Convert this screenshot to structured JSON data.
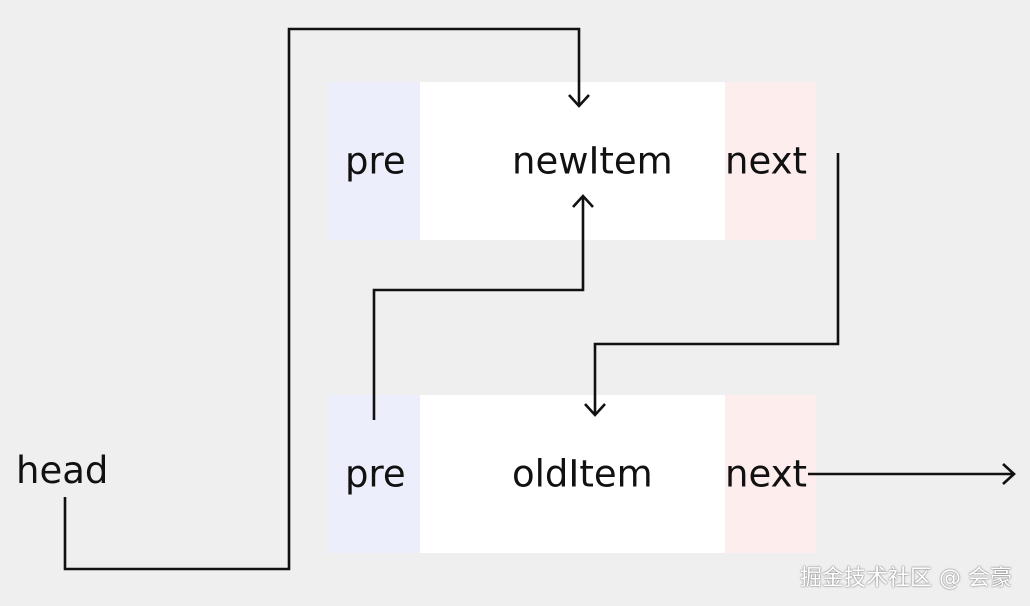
{
  "head": {
    "label": "head"
  },
  "new_node": {
    "pre_label": "pre",
    "name": "newItem",
    "next_label": "next"
  },
  "old_node": {
    "pre_label": "pre",
    "name": "oldItem",
    "next_label": "next"
  },
  "watermark": {
    "text": "掘金技术社区 @ 会豪"
  },
  "colors": {
    "background": "#efefef",
    "pre_cell": "#eceefb",
    "body_cell": "#ffffff",
    "next_cell": "#fdeded",
    "line": "#111111"
  }
}
